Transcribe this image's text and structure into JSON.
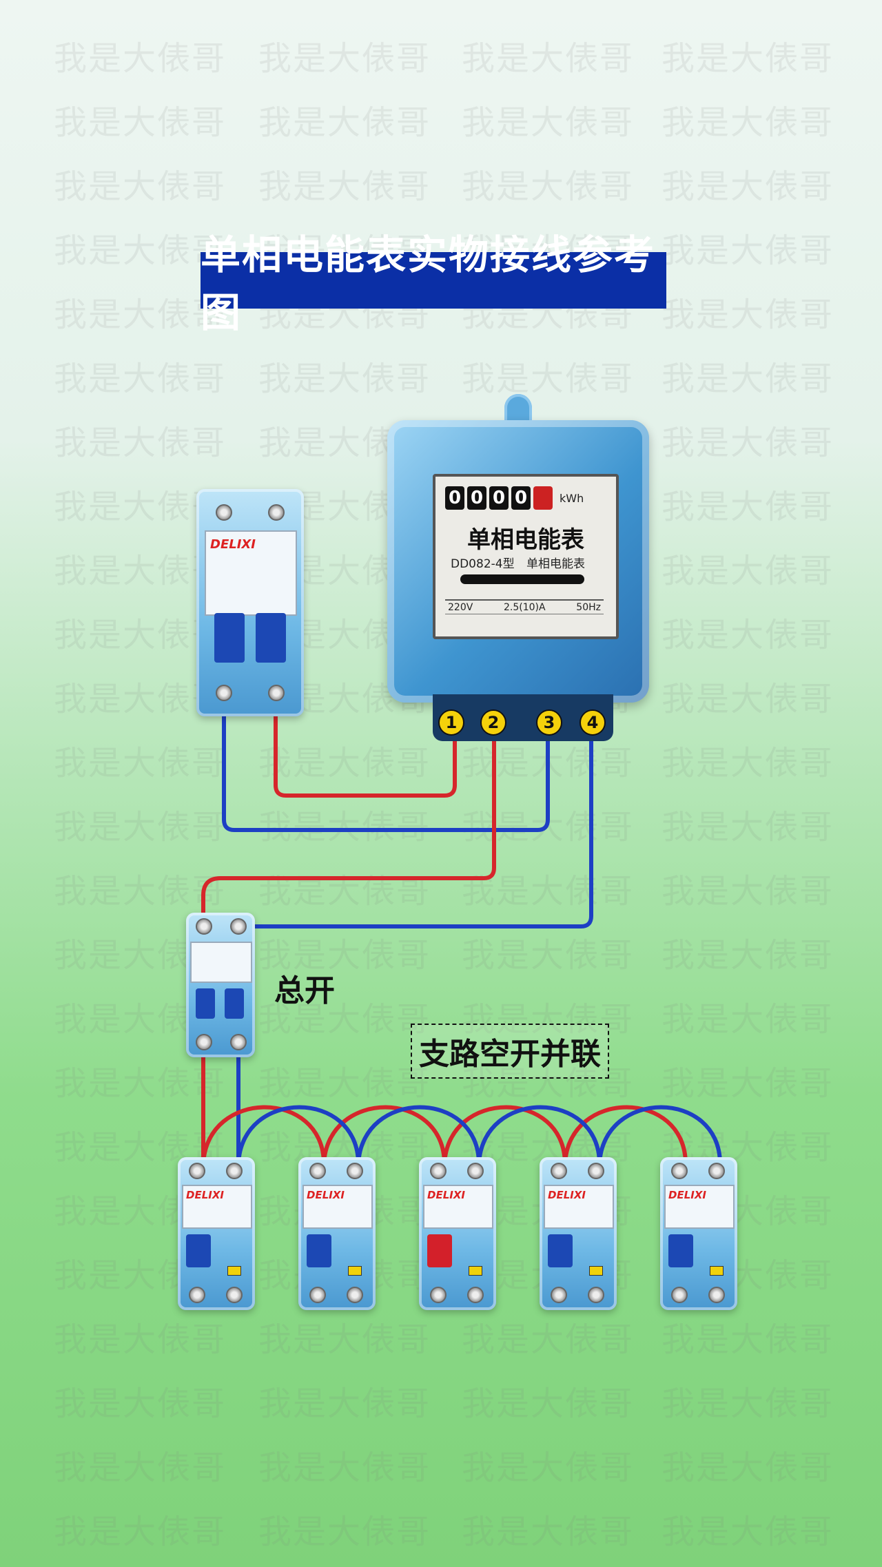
{
  "title": "单相电能表实物接线参考图",
  "watermark_text": "我是大俵哥",
  "colors": {
    "title_bg": "#0b2fa6",
    "live_wire": "#d6262b",
    "neutral_wire": "#1d3fc4",
    "terminal_marker": "#f5d10b"
  },
  "meter": {
    "counter_digits": [
      "0",
      "0",
      "0",
      "0"
    ],
    "counter_unit": "kWh",
    "name": "单相电能表",
    "model": "DD082-4型",
    "sub": "单相电能表",
    "spec": [
      "220V",
      "2.5(10)A",
      "50Hz"
    ],
    "terminals": [
      "1",
      "2",
      "3",
      "4"
    ]
  },
  "breakers": {
    "brand": "DELIXI",
    "main_label": "总开",
    "branch_label": "支路空开并联",
    "branch_count": 5
  }
}
